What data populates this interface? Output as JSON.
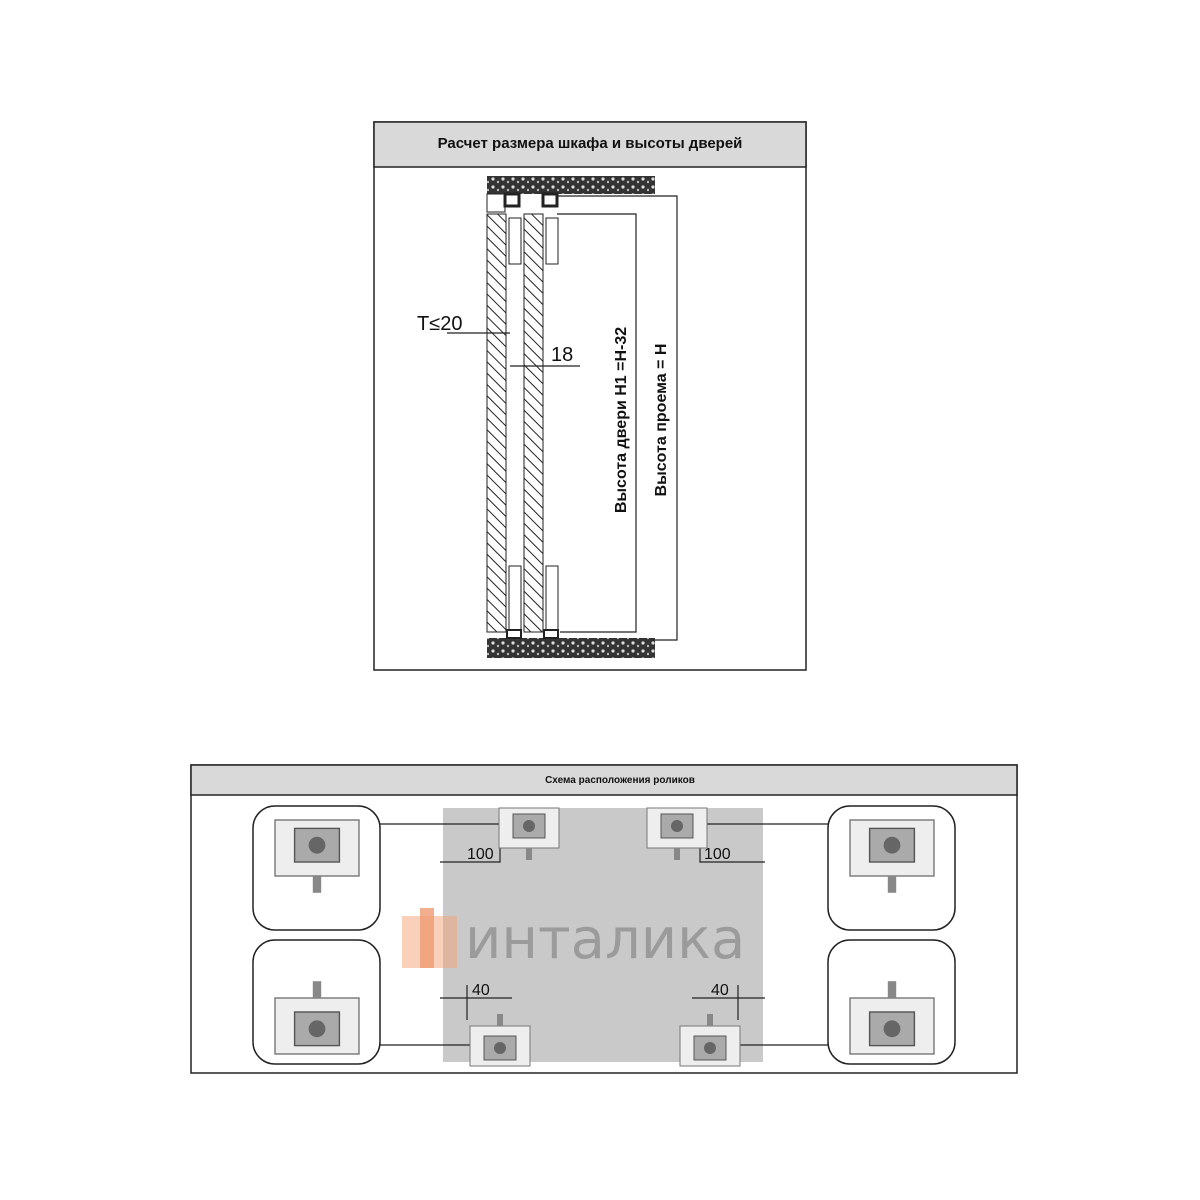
{
  "top_panel": {
    "title": "Расчет размера шкафа и высоты дверей",
    "label_thickness": "T≤20",
    "label_gap": "18",
    "label_door_height": "Высота двери H1 =H-32",
    "label_opening_height": "Высота проема = H"
  },
  "bottom_panel": {
    "title": "Схема расположения роликов",
    "dim_top_left": "100",
    "dim_top_right": "100",
    "dim_bottom_left": "40",
    "dim_bottom_right": "40"
  },
  "watermark": {
    "text": "инталика",
    "accent": "#f08a4b"
  },
  "colors": {
    "header": "#d9d9d9",
    "panel": "#c9c9c9"
  }
}
